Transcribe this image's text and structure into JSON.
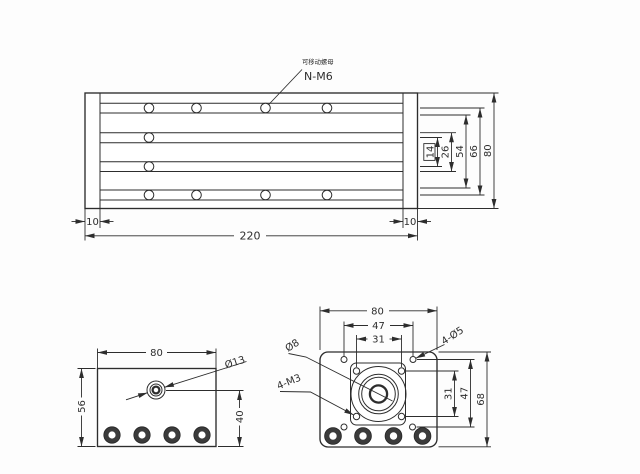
{
  "page": {
    "background": "#fdfdfd",
    "line_color": "#2d2d2d"
  },
  "top_view": {
    "callout": {
      "note": "可移动螺母",
      "thread_spec": "N-M6"
    },
    "dims": {
      "total_length": "220",
      "left_end_width": "10",
      "right_end_width": "10",
      "overall_width": "80",
      "outer_hole_rows_span": "66",
      "outer_slot_span": "54",
      "inner_slot_span": "26",
      "inner_hole_rows_span": "14"
    }
  },
  "front_view": {
    "dims": {
      "width": "80",
      "height": "56",
      "hole_offset": "40"
    },
    "callout": {
      "center_hole": "Ø13"
    }
  },
  "end_view": {
    "dims": {
      "width": "80",
      "mount_holes_h": "47",
      "pilot_holes_h": "31",
      "pilot_holes_v": "31",
      "mount_holes_v": "47",
      "height": "68"
    },
    "callout": {
      "corner_holes": "4-Ø5",
      "shaft_hole": "Ø8",
      "flange_holes": "4-M3"
    }
  }
}
